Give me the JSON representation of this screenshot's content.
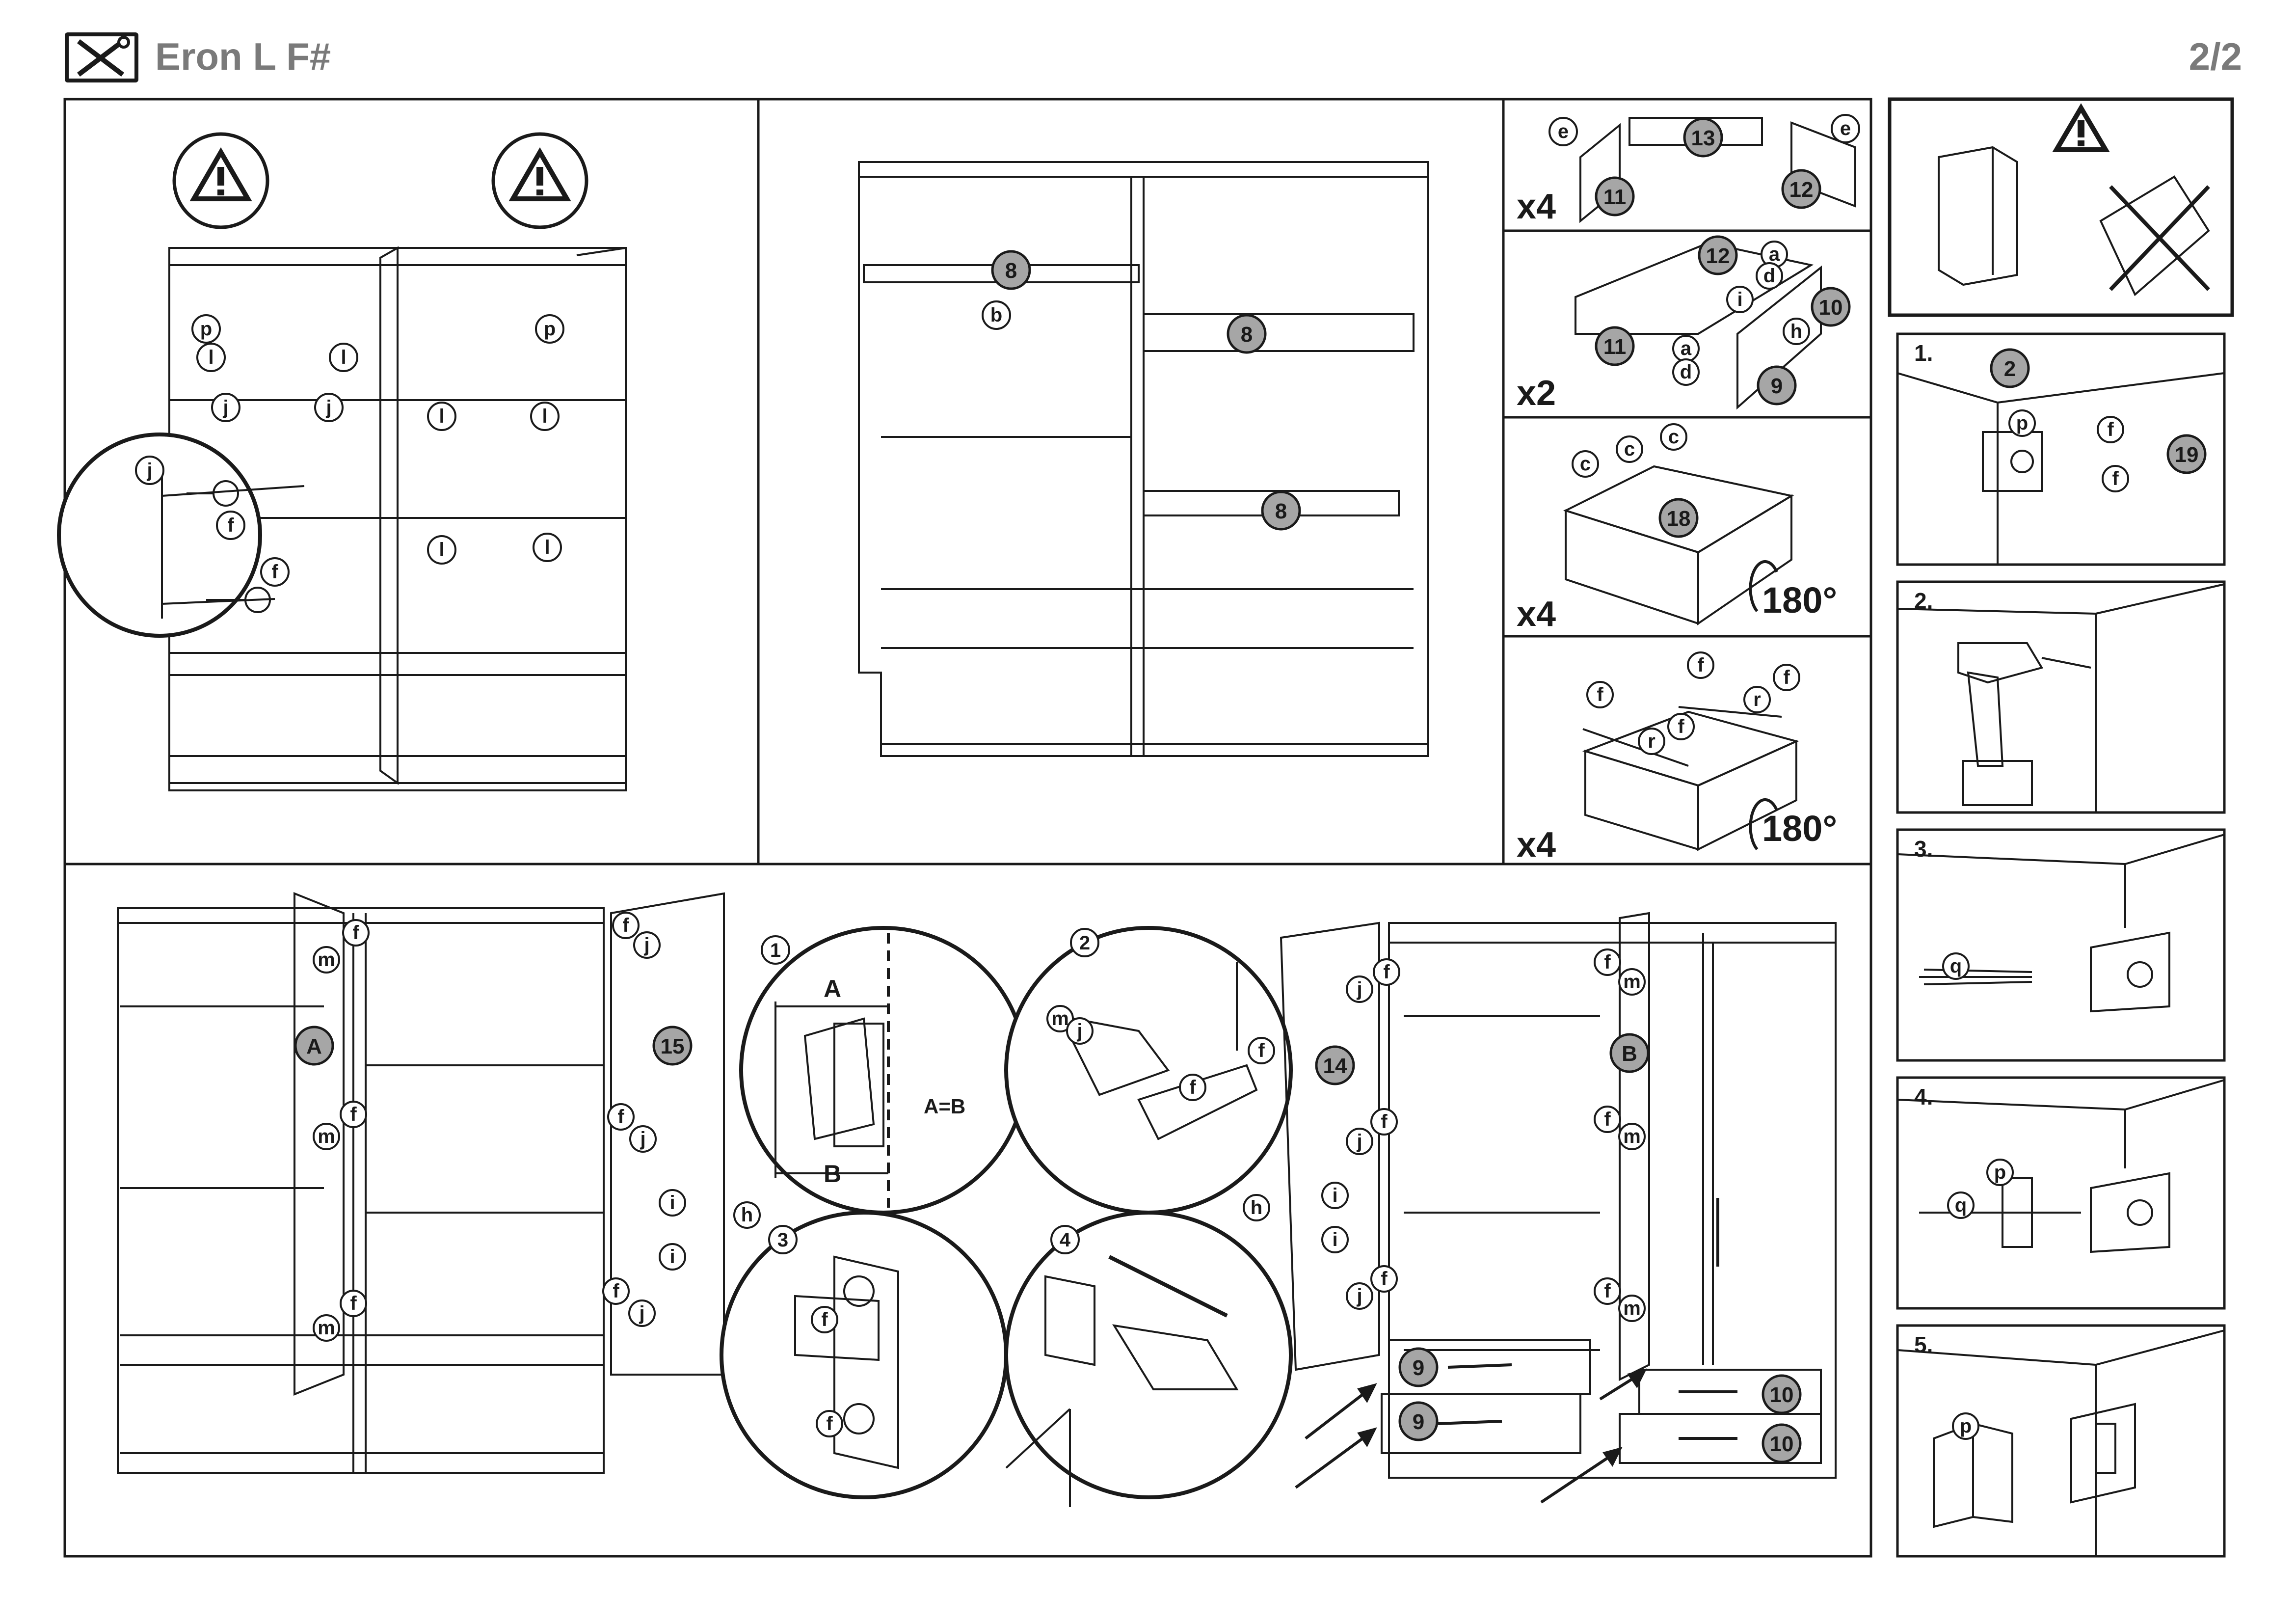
{
  "header": {
    "title": "Eron L F#",
    "page": "2/2",
    "logo_icon": "tools-icon"
  },
  "panels": {
    "drawer_sides": {
      "quantity": "x4"
    },
    "drawer_frame": {
      "quantity": "x2"
    },
    "drawer_box": {
      "quantity": "x4",
      "rotation": "180°"
    },
    "drawer_runners": {
      "quantity": "x4",
      "rotation": "180°"
    }
  },
  "hinge_detail": {
    "label_a": "A",
    "label_b": "B",
    "equation": "A=B",
    "step_numbers": [
      "1",
      "2",
      "3",
      "4"
    ]
  },
  "wall_mount": {
    "steps": [
      "1.",
      "2.",
      "3.",
      "4.",
      "5."
    ]
  },
  "part_numbers": [
    "8",
    "9",
    "10",
    "11",
    "12",
    "13",
    "14",
    "15",
    "18",
    "19",
    "2",
    "A",
    "B"
  ],
  "hardware_letters": [
    "a",
    "b",
    "c",
    "d",
    "e",
    "f",
    "h",
    "i",
    "j",
    "l",
    "m",
    "p",
    "q",
    "r"
  ],
  "colors": {
    "line": "#1a1a1a",
    "part_fill": "#a6a6a6",
    "title_gray": "#7a7a7a",
    "background": "#ffffff"
  }
}
